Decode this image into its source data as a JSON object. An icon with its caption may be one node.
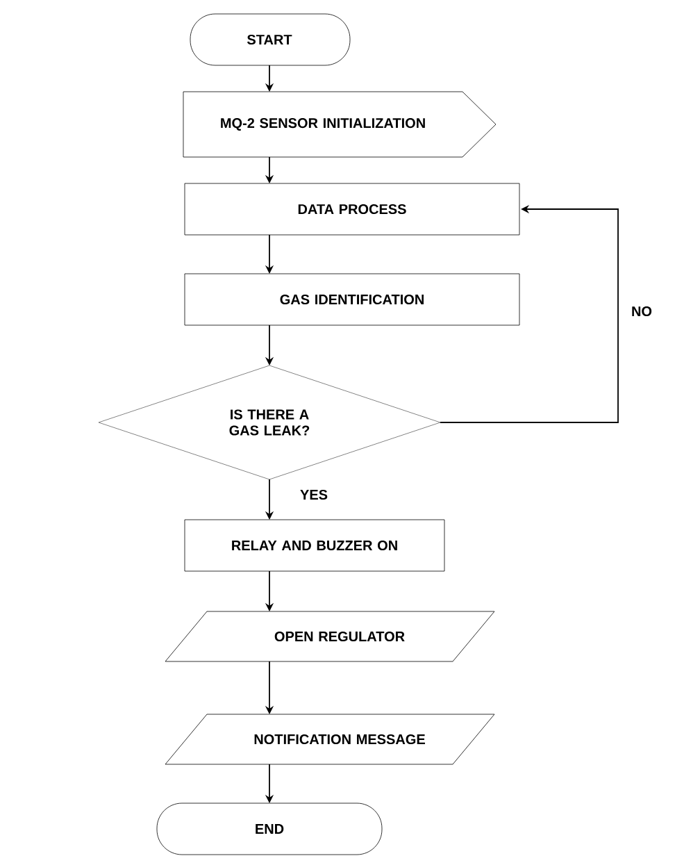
{
  "diagram": {
    "nodes": [
      {
        "text": [
          "START"
        ]
      },
      {
        "text": [
          "MQ-2 SENSOR INITIALIZATION"
        ]
      },
      {
        "text": [
          "DATA PROCESS"
        ]
      },
      {
        "text": [
          "GAS IDENTIFICATION"
        ]
      },
      {
        "text": [
          "IS THERE A GAS LEAK?"
        ]
      },
      {
        "text": [
          "RELAY AND BUZZER ON"
        ]
      },
      {
        "text": [
          "OPEN REGULATOR"
        ]
      },
      {
        "text": [
          "NOTIFICATION MESSAGE"
        ]
      },
      {
        "text": [
          "END"
        ]
      }
    ],
    "edges": [
      {
        "from": 0,
        "to": 1,
        "arrow": "to"
      },
      {
        "from": 1,
        "to": 2,
        "arrow": "to"
      },
      {
        "from": 2,
        "to": 3,
        "arrow": "to"
      },
      {
        "from": 3,
        "to": 4,
        "arrow": "to"
      },
      {
        "from": 4,
        "to": 2,
        "arrow": "to",
        "label": "NO"
      },
      {
        "from": 4,
        "to": 5,
        "arrow": "to",
        "label": "YES"
      },
      {
        "from": 5,
        "to": 6,
        "arrow": "to"
      },
      {
        "from": 6,
        "to": 7,
        "arrow": "to"
      },
      {
        "from": 7,
        "to": 8,
        "arrow": "to"
      }
    ]
  }
}
